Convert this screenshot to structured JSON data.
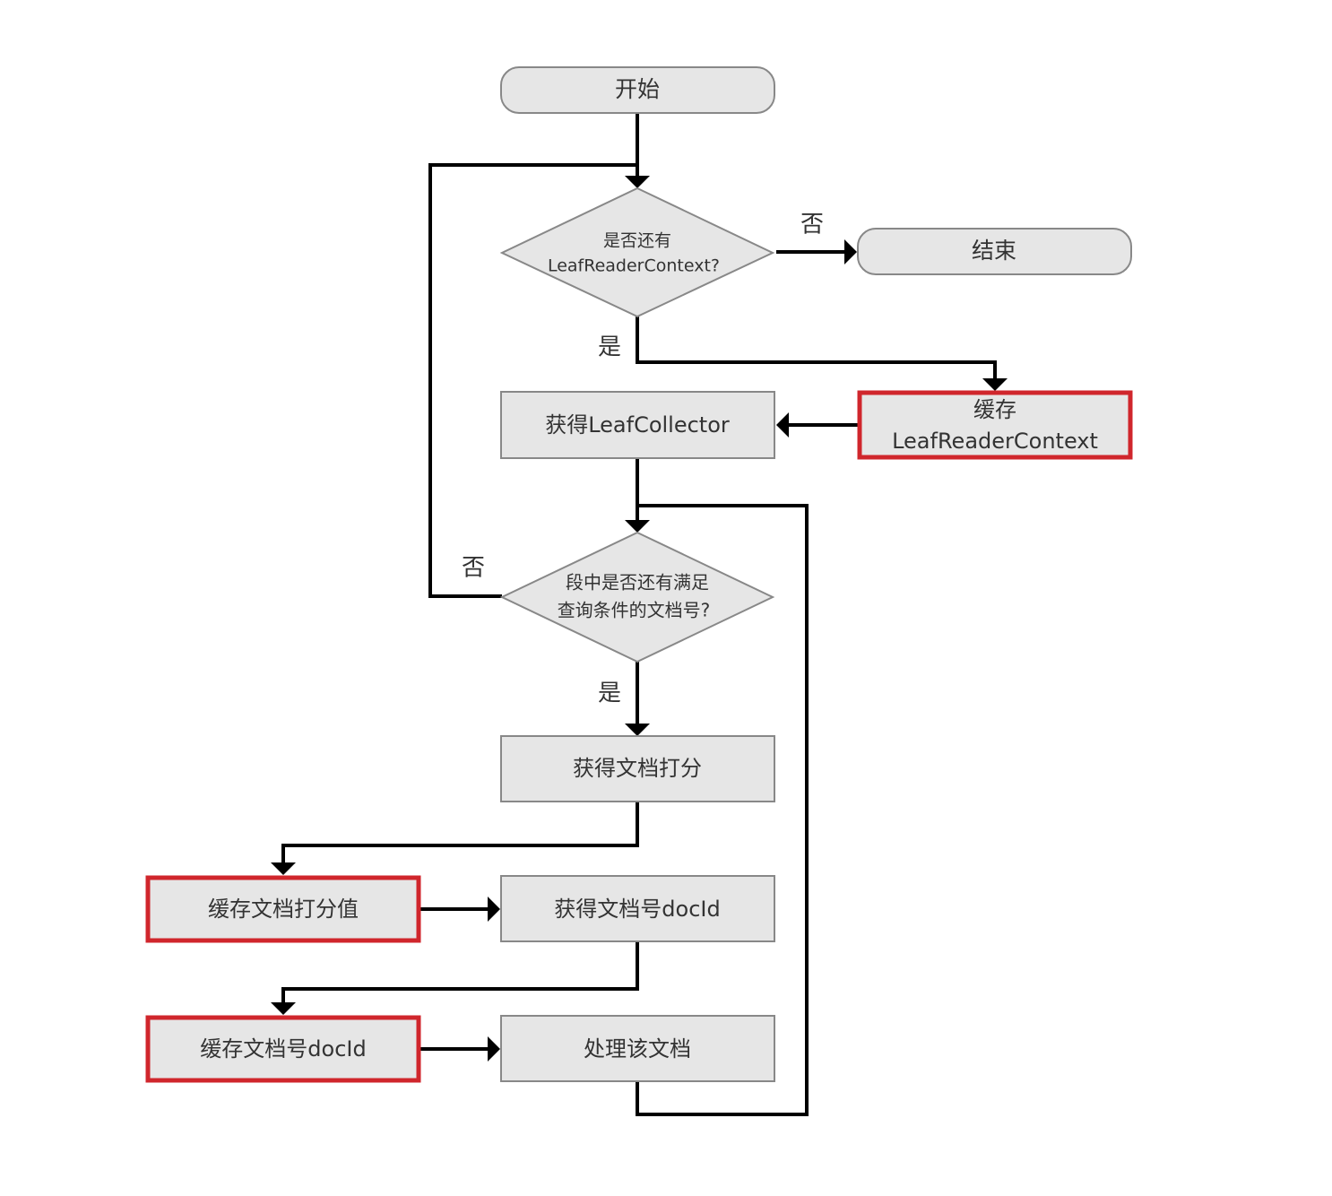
{
  "nodes": {
    "start": "开始",
    "decision_leaf": [
      "是否还有",
      "LeafReaderContext?"
    ],
    "end": "结束",
    "cache_leaf": [
      "缓存",
      "LeafReaderContext"
    ],
    "get_leaf_collector": "获得LeafCollector",
    "decision_doc": [
      "段中是否还有满足",
      "查询条件的文档号?"
    ],
    "get_score": "获得文档打分",
    "cache_score": "缓存文档打分值",
    "get_docid": "获得文档号docId",
    "cache_docid": "缓存文档号docId",
    "process_doc": "处理该文档"
  },
  "edge_labels": {
    "leaf_no": "否",
    "leaf_yes": "是",
    "doc_no": "否",
    "doc_yes": "是"
  },
  "colors": {
    "node_fill": "#e6e6e6",
    "node_border": "#888888",
    "highlight_border": "#d0262c",
    "edge": "#000000"
  }
}
